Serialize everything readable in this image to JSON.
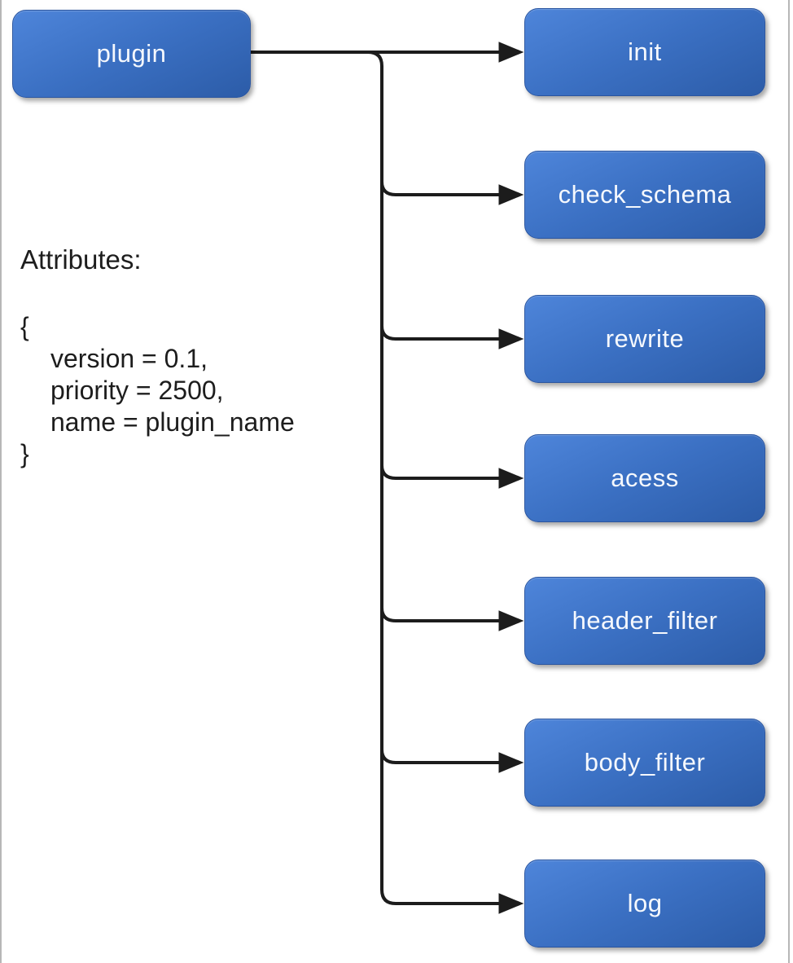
{
  "root_node": {
    "label": "plugin"
  },
  "phase_nodes": [
    {
      "label": "init"
    },
    {
      "label": "check_schema"
    },
    {
      "label": "rewrite"
    },
    {
      "label": "acess"
    },
    {
      "label": "header_filter"
    },
    {
      "label": "body_filter"
    },
    {
      "label": "log"
    }
  ],
  "attributes_note": {
    "title": "Attributes:",
    "brace_open": "{",
    "lines": [
      "version = 0.1,",
      "priority = 2500,",
      "name = plugin_name"
    ],
    "brace_close": "}"
  },
  "colors": {
    "node_gradient_top": "#4e85da",
    "node_gradient_bottom": "#2c5ca8",
    "node_border": "#2a55a0",
    "node_text": "#f5f8fd",
    "connector": "#1c1c1c",
    "edge_guide_line": "#b7b7b7",
    "background": "#ffffff",
    "note_text": "#1d1d1d"
  }
}
